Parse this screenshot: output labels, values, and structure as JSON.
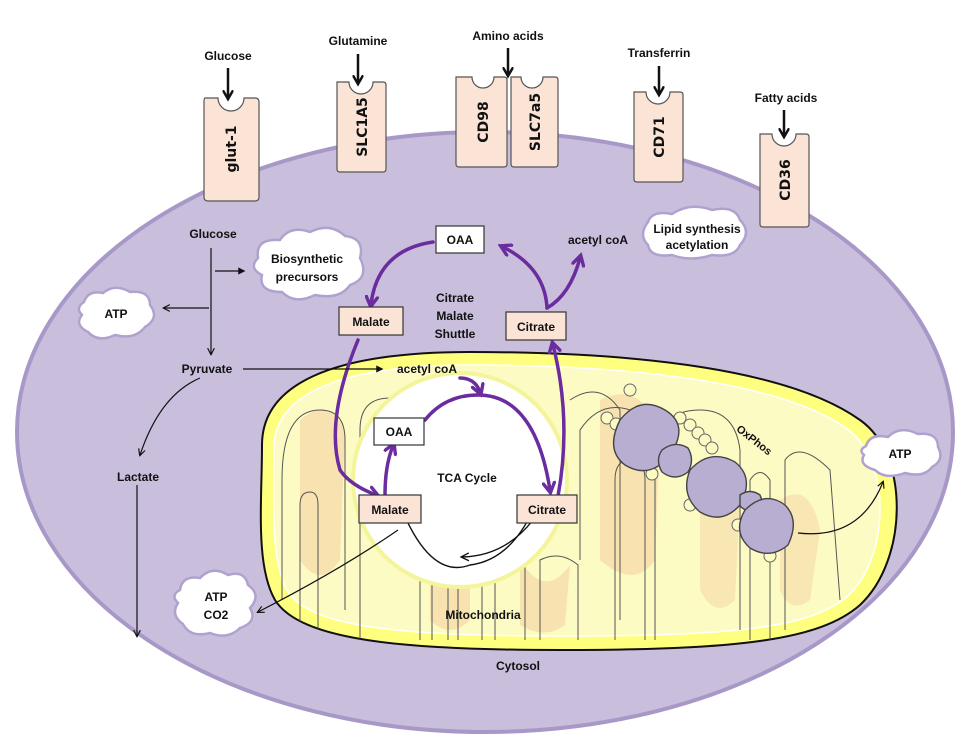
{
  "colors": {
    "cytosol_fill": "#c9bfdc",
    "cytosol_border": "#a898c8",
    "mito_outer": "#ffff7f",
    "mito_inner": "#fdfbc4",
    "receptor_fill": "#fbe4d5",
    "shuttle_arrow": "#6a2c9f",
    "metabolite_box_fill": "#fbe4d5",
    "oaa_box_fill": "#ffffff",
    "crista_fill": "#f5d8a8",
    "oxphos_complex": "#b8aed2"
  },
  "receptors": [
    {
      "substrate": "Glucose",
      "name": "glut-1"
    },
    {
      "substrate": "Glutamine",
      "name": "SLC1A5"
    },
    {
      "substrate": "Amino acids",
      "name": "CD98"
    },
    {
      "substrate": "Amino acids",
      "name": "SLC7a5"
    },
    {
      "substrate": "Transferrin",
      "name": "CD71"
    },
    {
      "substrate": "Fatty acids",
      "name": "CD36"
    }
  ],
  "amino_acids_label": "Amino acids",
  "glycolysis": {
    "glucose": "Glucose",
    "pyruvate": "Pyruvate",
    "lactate": "Lactate"
  },
  "clouds": {
    "biosynthetic_line1": "Biosynthetic",
    "biosynthetic_line2": "precursors",
    "atp_left": "ATP",
    "atp_co2_line1": "ATP",
    "atp_co2_line2": "CO2",
    "atp_right": "ATP",
    "lipid_line1": "Lipid synthesis",
    "lipid_line2": "acetylation"
  },
  "shuttle": {
    "oaa": "OAA",
    "malate": "Malate",
    "citrate": "Citrate",
    "title_line1": "Citrate",
    "title_line2": "Malate",
    "title_line3": "Shuttle",
    "acetyl_coa_cytosol": "acetyl coA"
  },
  "mitochondria": {
    "acetyl_coa": "acetyl coA",
    "tca_label": "TCA Cycle",
    "oaa": "OAA",
    "malate": "Malate",
    "citrate": "Citrate",
    "oxphos": "OxPhos",
    "label": "Mitochondria"
  },
  "cytosol_label": "Cytosol"
}
